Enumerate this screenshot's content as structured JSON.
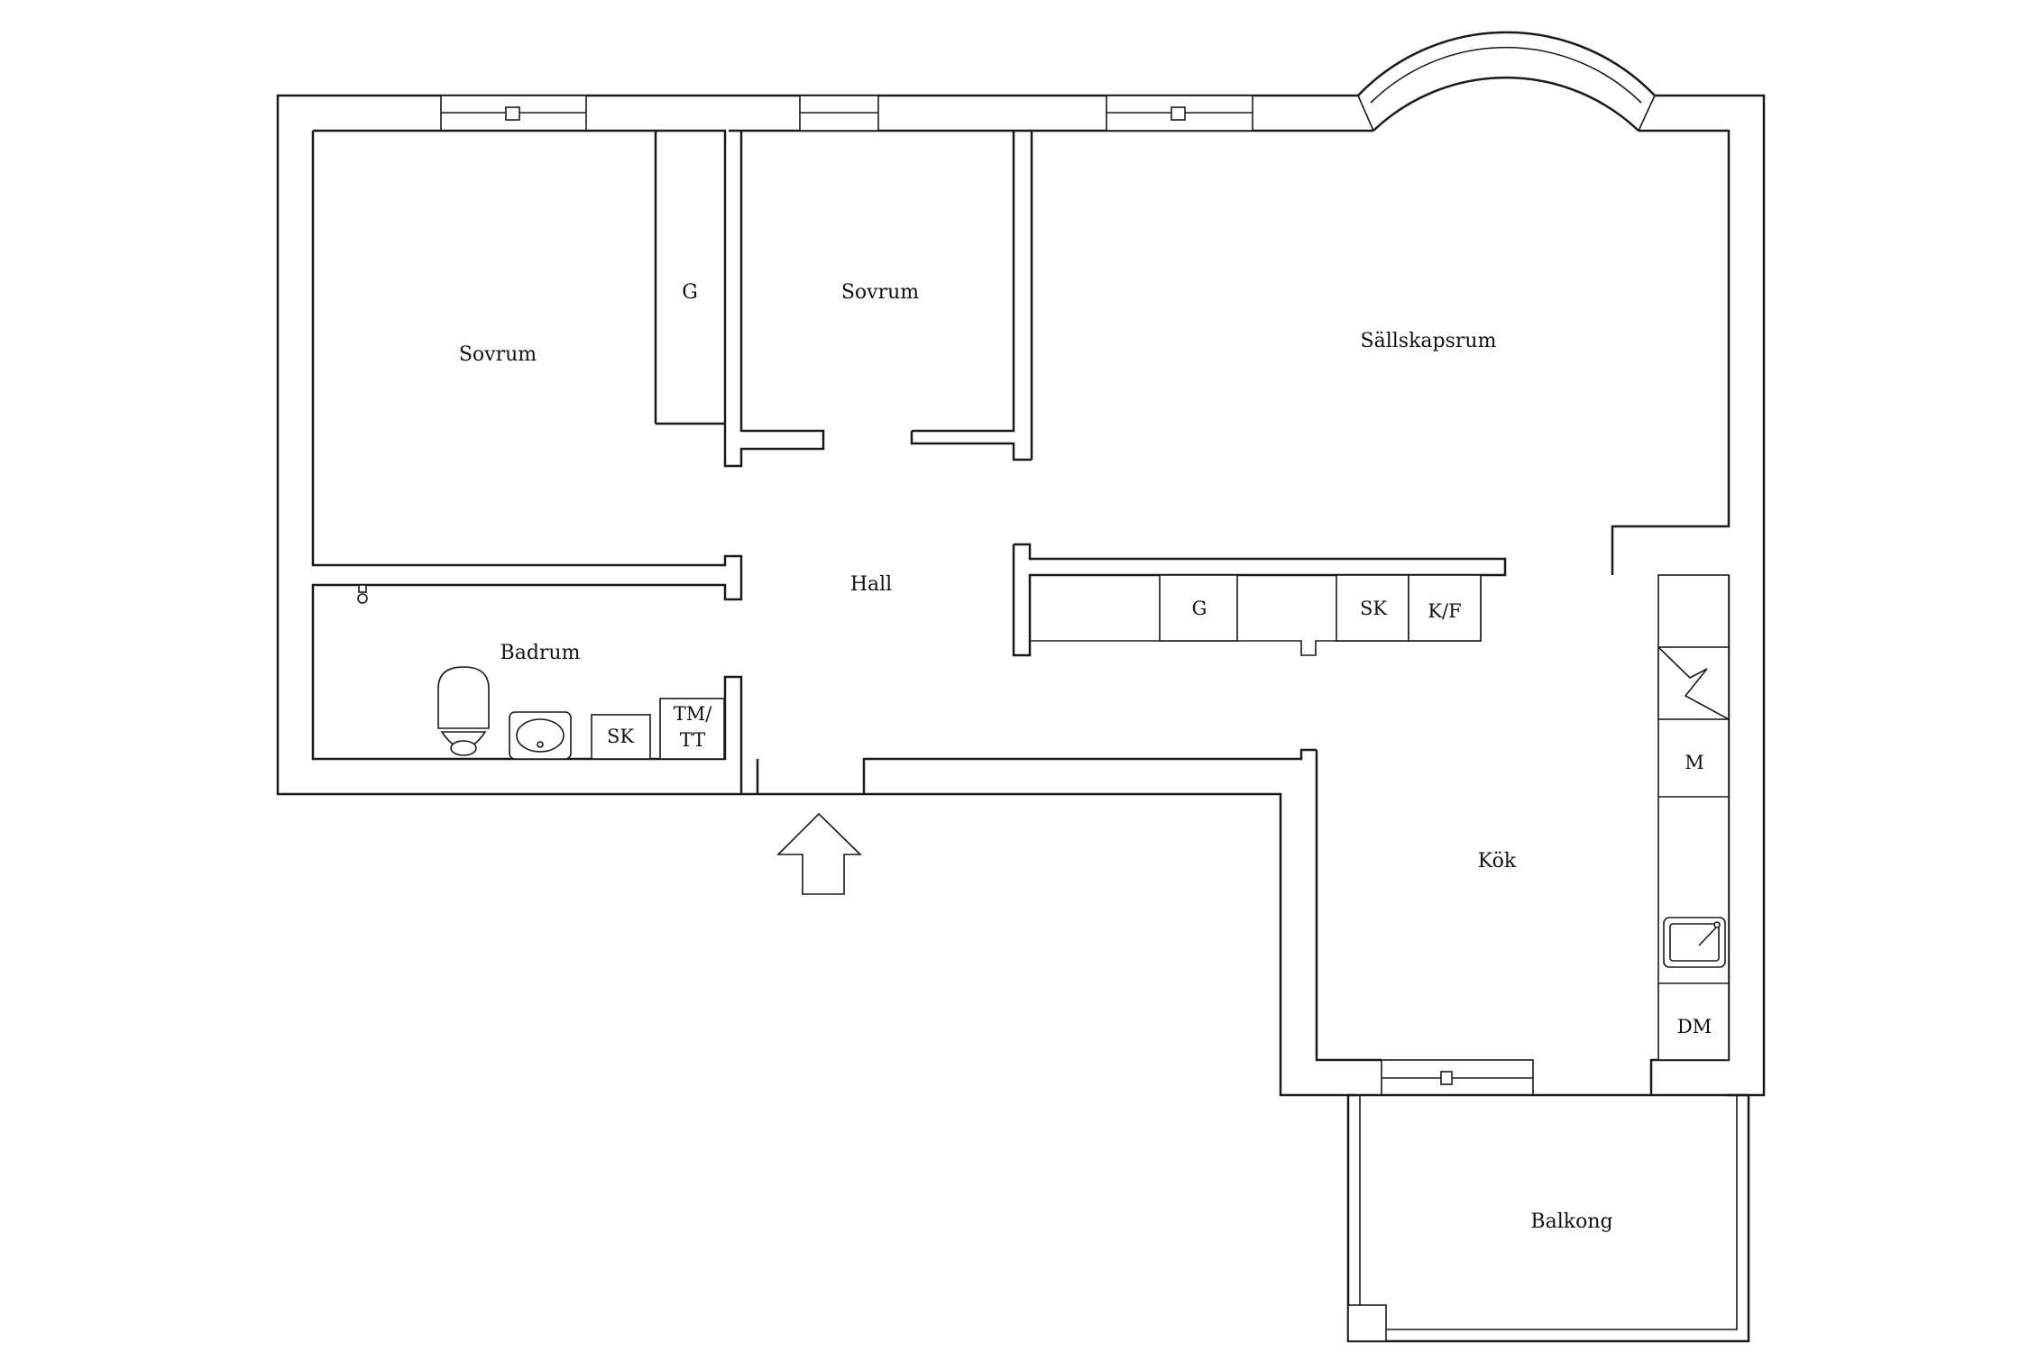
{
  "rooms": {
    "sovrum_left": "Sovrum",
    "closet_g_bed": "G",
    "sovrum_mid": "Sovrum",
    "sallskapsrum": "Sällskapsrum",
    "hall": "Hall",
    "closet_g_hall": "G",
    "sk_hall": "SK",
    "kf": "K/F",
    "badrum": "Badrum",
    "sk_bath": "SK",
    "tm_tt_line1": "TM/",
    "tm_tt_line2": "TT",
    "kok": "Kök",
    "m": "M",
    "dm": "DM",
    "balkong": "Balkong"
  }
}
